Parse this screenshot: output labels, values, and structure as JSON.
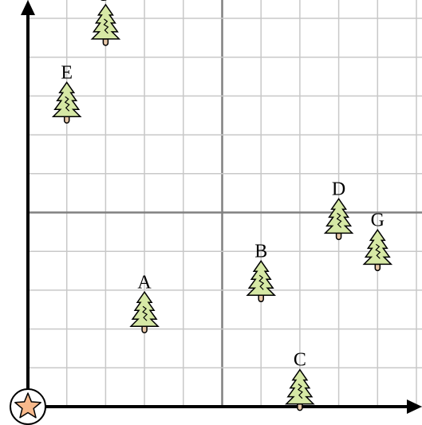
{
  "grid": {
    "cols": 10,
    "rows": 10,
    "mid_col": 5,
    "mid_row": 5,
    "line_color": "#c8c8c8",
    "mid_line_color": "#808080",
    "axis_color": "#000000"
  },
  "origin_marker": {
    "icon": "star-icon",
    "fill": "#f7b98c",
    "stroke": "#000000"
  },
  "tree_style": {
    "icon": "pine-tree-icon",
    "foliage": "#d6e8a5",
    "trunk": "#e8c8a8",
    "stroke": "#000000"
  },
  "trees": [
    {
      "label": "A",
      "x": 3,
      "y": 2.5
    },
    {
      "label": "B",
      "x": 6,
      "y": 3.3
    },
    {
      "label": "C",
      "x": 7,
      "y": 0.5
    },
    {
      "label": "D",
      "x": 8,
      "y": 4.9
    },
    {
      "label": "E",
      "x": 1,
      "y": 7.9
    },
    {
      "label": "F",
      "x": 2,
      "y": 9.9
    },
    {
      "label": "G",
      "x": 9,
      "y": 4.1
    }
  ]
}
